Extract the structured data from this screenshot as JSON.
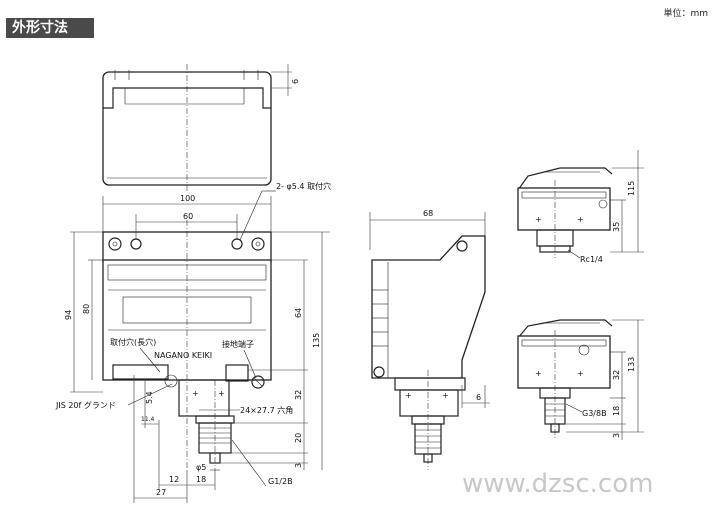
{
  "header": {
    "title": "外形寸法",
    "unit": "単位：mm"
  },
  "front_view": {
    "dim_width_100": "100",
    "dim_width_60": "60",
    "dim_height_94": "94",
    "dim_height_80": "80",
    "dim_height_64": "64",
    "dim_height_135": "135",
    "dim_height_32": "32",
    "dim_height_20": "20",
    "dim_3": "3",
    "dim_12": "12",
    "dim_18": "18",
    "dim_27": "27",
    "dim_11_4": "11.4",
    "dim_5_4": "5.4",
    "hole_label": "2- φ5.4 取付穴",
    "slot_label": "取付穴(長穴)",
    "brand_label": "NAGANO   KEIKI",
    "ground_label": "接地端子",
    "gland_label": "JIS 20f グランド",
    "hex_label": "24×27.7 六角",
    "phi5_label": "φ5",
    "thread_label": "G1/2B"
  },
  "top_view": {
    "dim_6": "6"
  },
  "side_view": {
    "dim_68": "68",
    "dim_6": "6"
  },
  "variant_rc": {
    "dim_115": "115",
    "dim_35": "35",
    "thread_label": "Rc1/4"
  },
  "variant_g38": {
    "dim_133": "133",
    "dim_32": "32",
    "dim_18": "18",
    "dim_3": "3",
    "thread_label": "G3/8B"
  },
  "watermark": "www.dzsc.com"
}
